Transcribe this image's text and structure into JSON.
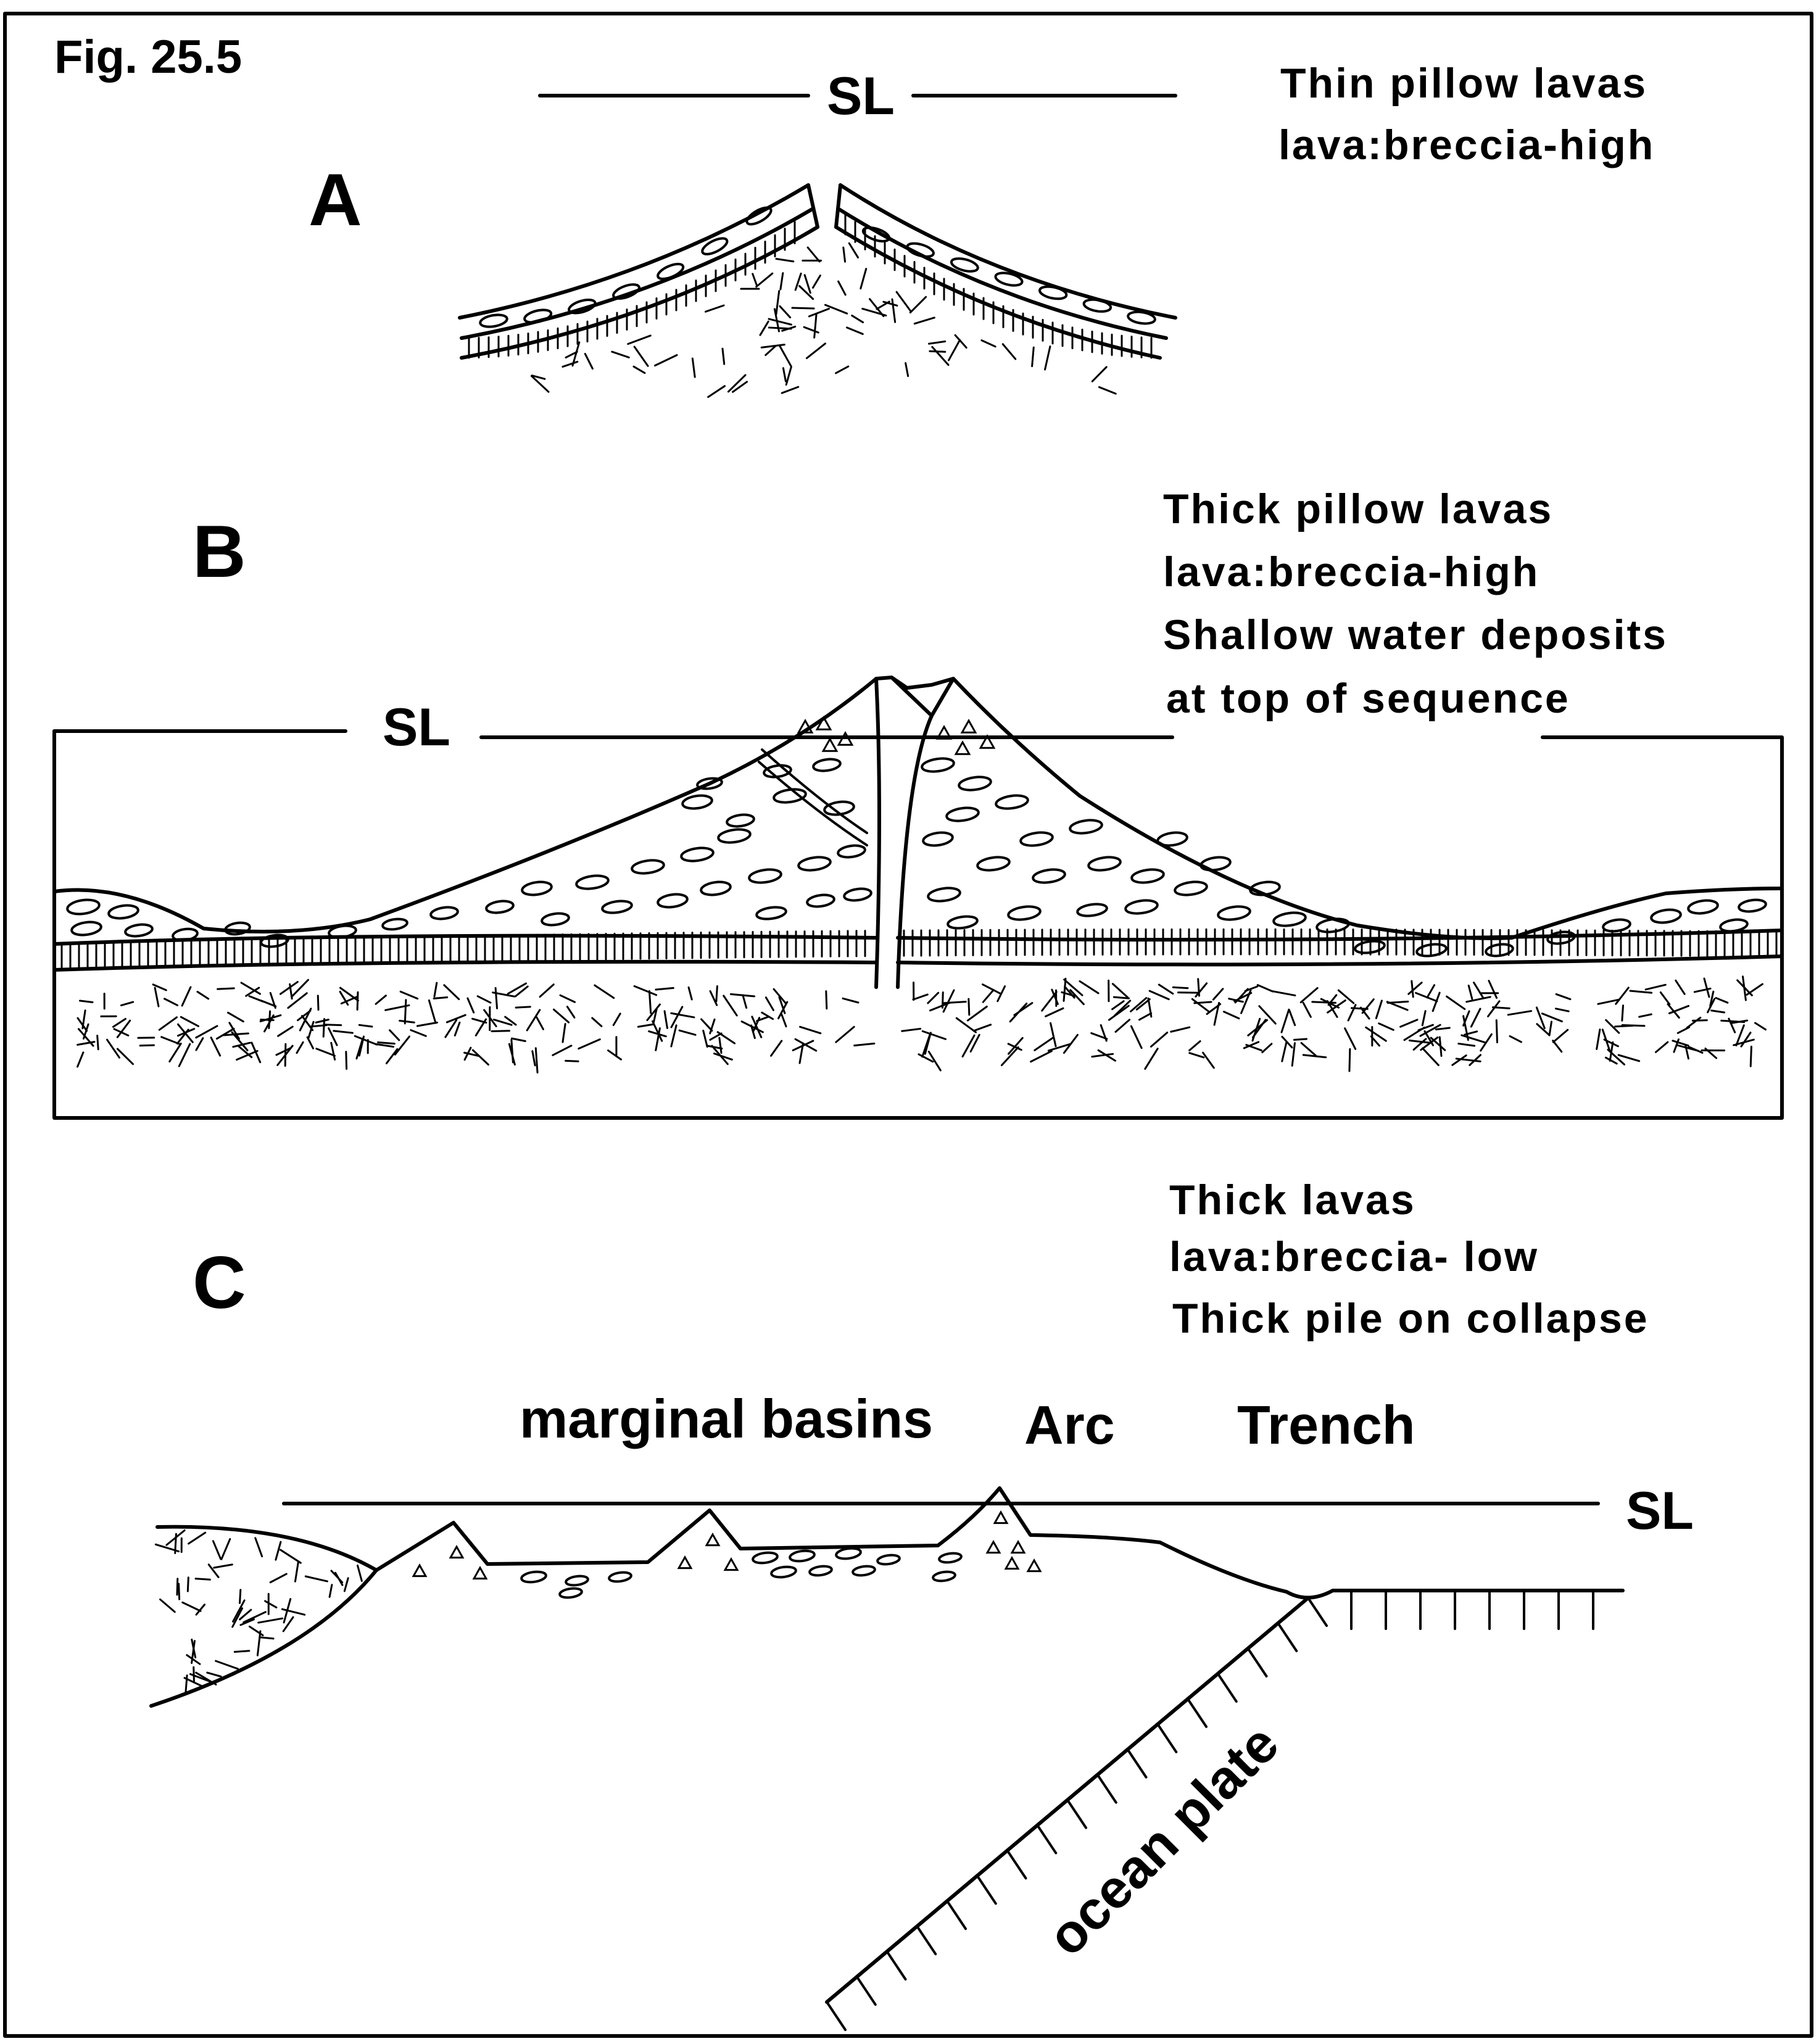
{
  "figure_label": "Fig. 25.5",
  "panels": {
    "a": {
      "letter": "A",
      "sea_level": "SL",
      "notes": [
        "Thin pillow lavas",
        "lava:breccia-high"
      ]
    },
    "b": {
      "letter": "B",
      "sea_level": "SL",
      "notes": [
        "Thick pillow lavas",
        "lava:breccia-high",
        "Shallow water deposits",
        "at top of sequence"
      ]
    },
    "c": {
      "letter": "C",
      "sea_level": "SL",
      "notes": [
        "Thick lavas",
        "lava:breccia- low",
        "Thick pile on collapse"
      ],
      "labels": {
        "marginal_basins": "marginal basins",
        "arc": "Arc",
        "trench": "Trench",
        "ocean_plate": "ocean plate"
      }
    }
  }
}
